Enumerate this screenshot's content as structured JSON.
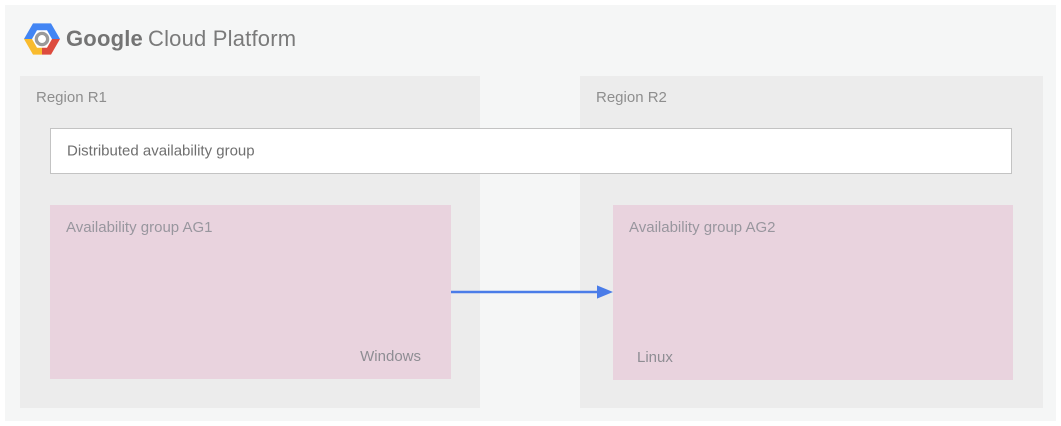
{
  "header": {
    "logo_icon": "google-cloud-platform-hexagon-logo",
    "brand": {
      "google": "Google",
      "suffix": "Cloud Platform"
    }
  },
  "diagram": {
    "distributed_group_label": "Distributed availability group",
    "regions": [
      {
        "label": "Region R1",
        "group_label": "Availability group AG1",
        "os_label": "Windows"
      },
      {
        "label": "Region R2",
        "group_label": "Availability group AG2",
        "os_label": "Linux"
      }
    ],
    "arrow": {
      "from": "Availability group AG1",
      "to": "Availability group AG2",
      "direction": "left-to-right",
      "color": "#4a7ce8"
    }
  },
  "colors": {
    "canvas_bg": "#f5f6f6",
    "region_bg": "#ececec",
    "availability_group_bg": "#e9d3de",
    "box_border": "#c3c3c3",
    "brand_text": "#767676",
    "label_text": "#8e8e8e",
    "arrow_blue": "#4a7ce8",
    "logo_blue": "#4285f4",
    "logo_red": "#dd4b3e",
    "logo_yellow": "#f9bb2d"
  }
}
